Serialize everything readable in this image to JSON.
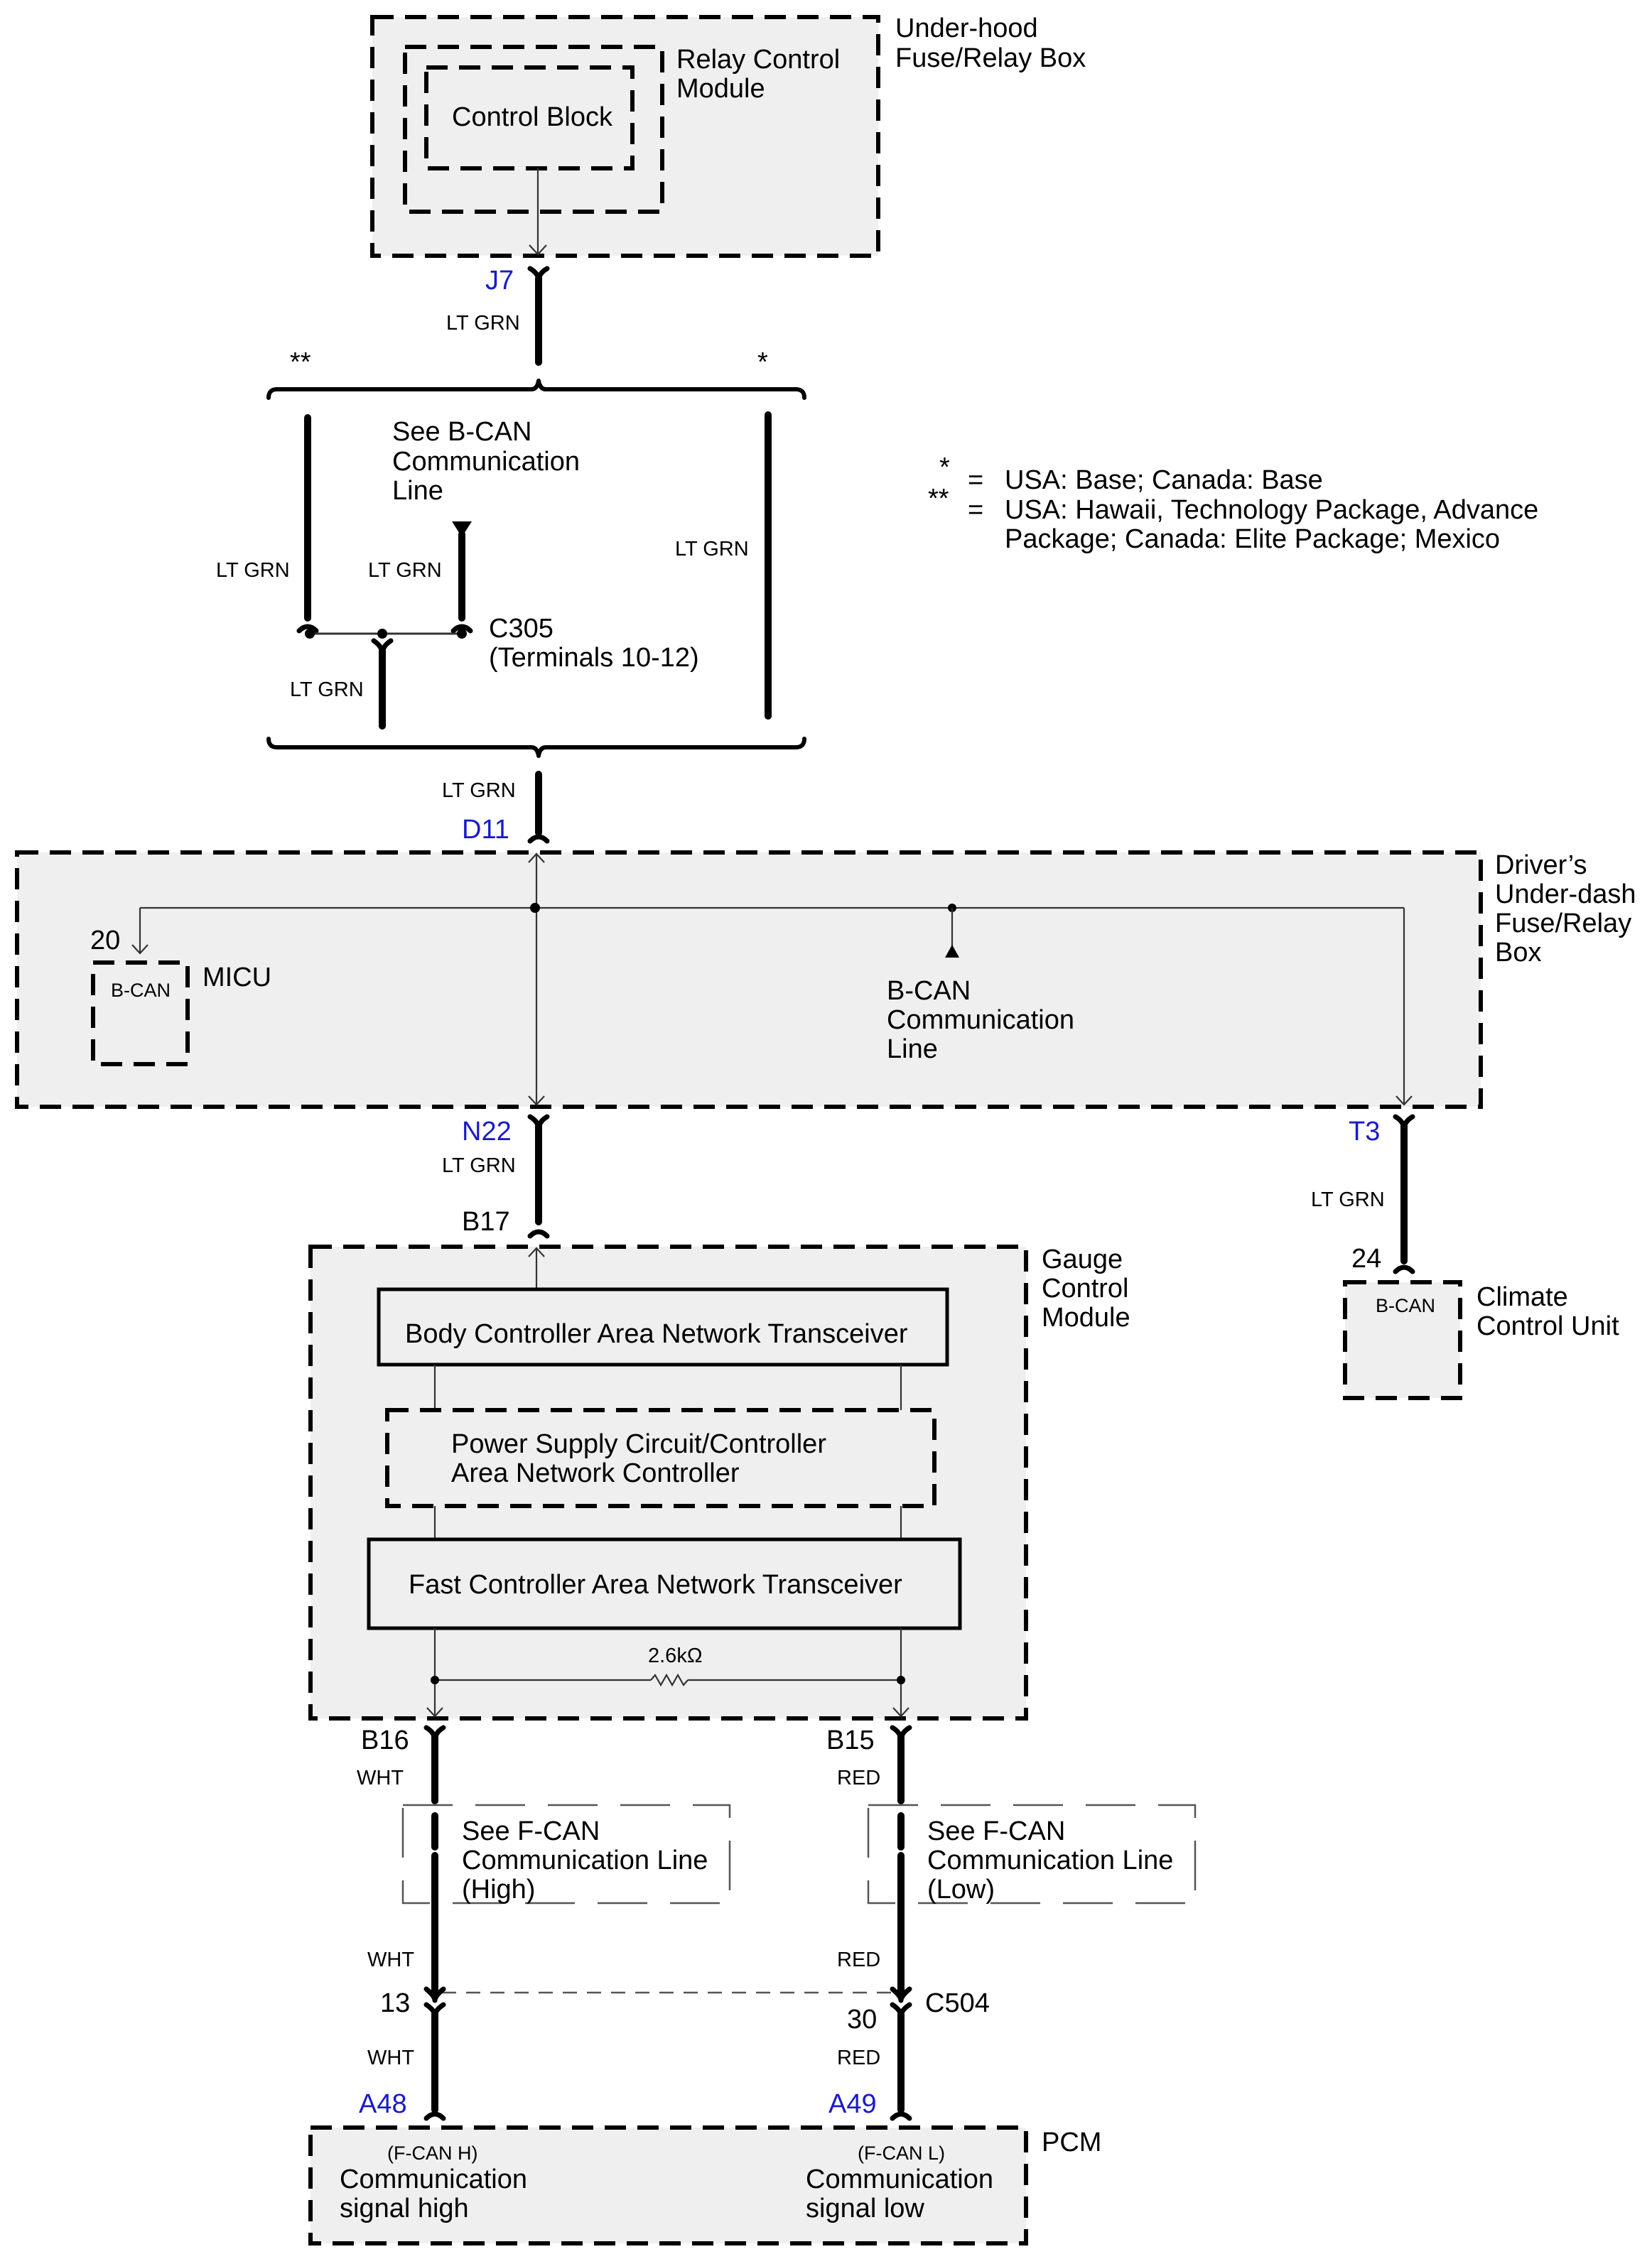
{
  "diagram": {
    "title": "B-CAN / F-CAN Communication Circuit Wiring Diagram",
    "accent_color_connector_id": "#1a1acc",
    "under_hood_box": {
      "label_line1": "Under-hood",
      "label_line2": "Fuse/Relay Box",
      "relay_module_line1": "Relay Control",
      "relay_module_line2": "Module",
      "control_block": "Control Block",
      "connector": "J7",
      "wire_color": "LT GRN"
    },
    "option_split": {
      "left_marker": "**",
      "right_marker": "*",
      "see_bcan_line1": "See B-CAN",
      "see_bcan_line2": "Communication",
      "see_bcan_line3": "Line",
      "wire_left": "LT GRN",
      "wire_mid": "LT GRN",
      "wire_lower": "LT GRN",
      "wire_right": "LT GRN",
      "junction_line1": "C305",
      "junction_line2": "(Terminals 10-12)"
    },
    "legend": {
      "single_star": "*",
      "single_eq": "=",
      "single_text": "USA: Base; Canada: Base",
      "double_star": "**",
      "double_eq": "=",
      "double_text_line1": "USA: Hawaii, Technology Package, Advance",
      "double_text_line2": "Package; Canada: Elite Package; Mexico"
    },
    "driver_box": {
      "incoming_wire": "LT GRN",
      "connector_in": "D11",
      "label_line1": "Driver’s",
      "label_line2": "Under-dash",
      "label_line3": "Fuse/Relay",
      "label_line4": "Box",
      "micu_pin": "20",
      "micu_inner": "B-CAN",
      "micu_label": "MICU",
      "bcan_line1": "B-CAN",
      "bcan_line2": "Communication",
      "bcan_line3": "Line",
      "connector_out_left": "N22",
      "connector_out_right": "T3"
    },
    "climate": {
      "wire_color": "LT GRN",
      "pin": "24",
      "inner": "B-CAN",
      "label_line1": "Climate",
      "label_line2": "Control Unit"
    },
    "gauge": {
      "wire_color": "LT GRN",
      "connector_in": "B17",
      "label_line1": "Gauge",
      "label_line2": "Control",
      "label_line3": "Module",
      "body_transceiver": "Body Controller Area Network Transceiver",
      "power_line1": "Power Supply Circuit/Controller",
      "power_line2": "Area Network Controller",
      "fast_transceiver": "Fast Controller Area Network Transceiver",
      "resistor": "2.6kΩ",
      "pin_high": "B16",
      "pin_low": "B15"
    },
    "fcan": {
      "high_wire_top": "WHT",
      "low_wire_top": "RED",
      "see_high_line1": "See F-CAN",
      "see_high_line2": "Communication Line",
      "see_high_line3": "(High)",
      "see_low_line1": "See F-CAN",
      "see_low_line2": "Communication Line",
      "see_low_line3": "(Low)",
      "high_wire_mid": "WHT",
      "low_wire_mid": "RED",
      "c504_pin_high": "13",
      "c504_pin_low": "30",
      "c504_label": "C504",
      "high_wire_bottom": "WHT",
      "low_wire_bottom": "RED"
    },
    "pcm": {
      "label": "PCM",
      "connector_high": "A48",
      "connector_low": "A49",
      "high_tag": "(F-CAN H)",
      "high_line1": "Communication",
      "high_line2": "signal high",
      "low_tag": "(F-CAN L)",
      "low_line1": "Communication",
      "low_line2": "signal low"
    }
  }
}
